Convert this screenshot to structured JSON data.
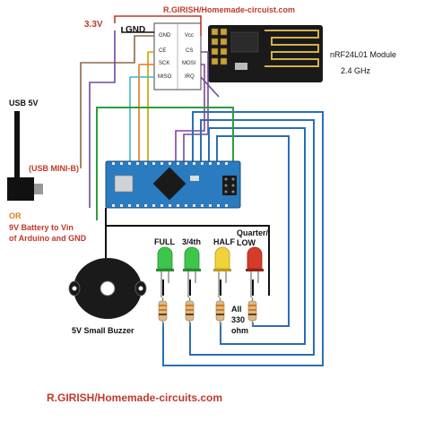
{
  "credit_top": "R.GIRISH/Homemade-circuist.com",
  "supply_3v3": "3.3V",
  "supply_gnd": "GND",
  "module": {
    "title": "nRF24L01 Module",
    "freq": "2.4 GHz",
    "pins": {
      "gnd": "GND",
      "vcc": "Vcc",
      "ce": "CE",
      "cs": "CS",
      "sck": "SCK",
      "mosi": "MOSI",
      "miso": "MISO",
      "irq": "IRQ"
    }
  },
  "power": {
    "usb_label": "USB 5V",
    "usb_type": "(USB MINI-B)",
    "or_text": "OR",
    "battery_line1": "9V Battery to Vin",
    "battery_line2": "of Arduino and GND"
  },
  "leds": {
    "full": "FULL",
    "three_fourth": "3/4th",
    "half": "HALF",
    "quarter_low_1": "Quarter/",
    "quarter_low_2": "LOW"
  },
  "resistor_note": {
    "line1": "All",
    "line2": "330",
    "line3": "ohm"
  },
  "buzzer_label": "5V Small Buzzer",
  "credit_bottom": "R.GIRISH/Homemade-circuits.com",
  "colors": {
    "red_text": "#c0392b",
    "wire_blue": "#2a6fb5",
    "wire_green": "#2e9e3a",
    "wire_black": "#111111",
    "wire_purple": "#6b4c9a",
    "wire_brown": "#8b6b4a",
    "wire_cyan": "#3fb7c9",
    "arduino_blue": "#2a7bbf",
    "led_green": "#3ec64a",
    "led_yellow": "#f2d23a",
    "led_red": "#d63a2a"
  }
}
